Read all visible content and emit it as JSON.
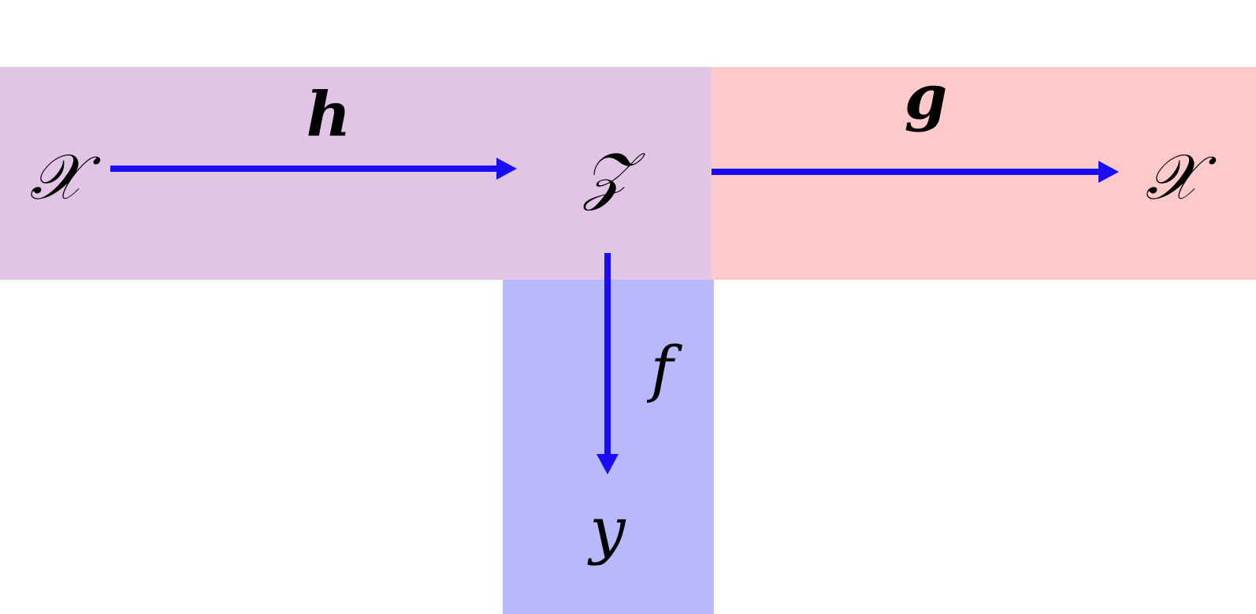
{
  "colors": {
    "encoder_region": "#e0c6e4",
    "decoder_region": "#fec9c9",
    "predictor_region": "#b8b9fc",
    "arrow": "#1a0cf4",
    "text": "#000000"
  },
  "nodes": {
    "input_space": "𝒳",
    "latent_space": "𝒵",
    "reconstruction_space": "𝒳",
    "output_space": "y"
  },
  "edges": {
    "encoder": {
      "label": "h",
      "from": "input_space",
      "to": "latent_space"
    },
    "decoder": {
      "label": "g",
      "from": "latent_space",
      "to": "reconstruction_space"
    },
    "predictor": {
      "label": "f",
      "from": "latent_space",
      "to": "output_space"
    }
  }
}
